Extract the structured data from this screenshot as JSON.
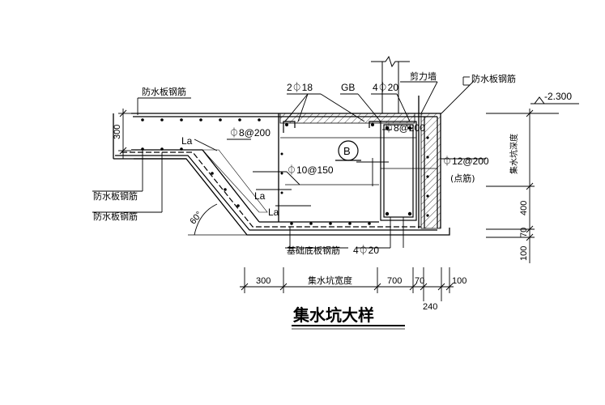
{
  "title": "集水坑大样",
  "labels": {
    "waterproof_rebar_top": "防水板钢筋",
    "waterproof_rebar_mid": "防水板钢筋",
    "waterproof_rebar_low": "防水板钢筋",
    "waterproof_rebar_right": "防水板钢筋",
    "shear_wall": "剪力墙",
    "base_slab_rebar": "基础底板钢筋",
    "pit_depth": "集水坑深度",
    "pit_width": "集水坑宽度",
    "dot_rebar": "(点筋)",
    "angle": "60°",
    "la1": "La",
    "la2": "La",
    "la3": "La",
    "section_mark": "B"
  },
  "rebars": {
    "top_2": "2⏀18",
    "gb": "GB",
    "top_4": "4⏀20",
    "stirrup_left": "⏀8@200",
    "stirrup_right": "⏀8@200",
    "mid": "⏀10@150",
    "right": "⏀12@200",
    "bottom_4": "4⏀20"
  },
  "elevation": "-2.300",
  "dims_bottom": {
    "d300": "300",
    "d700": "700",
    "d70": "70",
    "d100": "100",
    "d240": "240"
  },
  "dims_left": {
    "d300": "300"
  },
  "dims_right": {
    "d400": "400",
    "d70": "70",
    "d100": "100"
  }
}
